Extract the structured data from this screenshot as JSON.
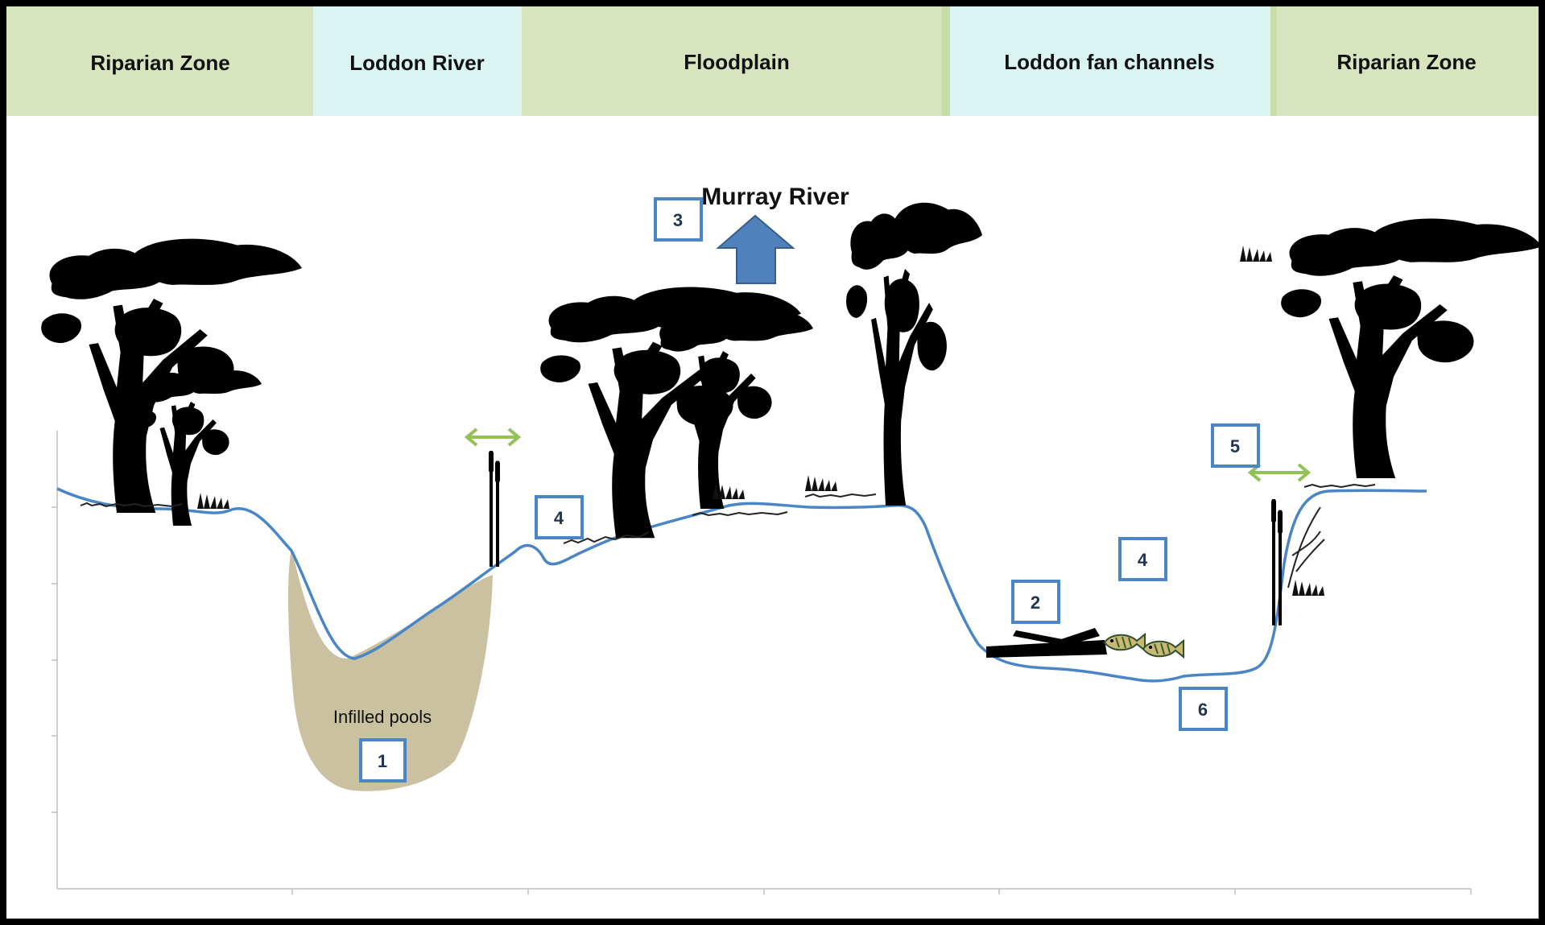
{
  "zones": [
    {
      "label": "Riparian Zone"
    },
    {
      "label": "Loddon River"
    },
    {
      "label": "Floodplain"
    },
    {
      "label": "Loddon fan channels"
    },
    {
      "label": "Riparian Zone"
    }
  ],
  "colors": {
    "zone_green": "#d7e4bd",
    "zone_aqua": "#daf5f1",
    "profile_line": "#4a86c5",
    "infill": "#c9c1a0",
    "arrow_blue": "#4f81bd",
    "arrow_green": "#92c154",
    "marker_border": "#4a86c5",
    "silhouette": "#000000"
  },
  "annotations": {
    "infilled_pools": "Infilled pools",
    "murray_river": "Murray River"
  },
  "markers": [
    {
      "label": "1"
    },
    {
      "label": "2"
    },
    {
      "label": "3"
    },
    {
      "label": "4"
    },
    {
      "label": "4"
    },
    {
      "label": "5"
    },
    {
      "label": "6"
    }
  ],
  "icons": [
    "tree-silhouette-icon",
    "grass-tuft-icon",
    "reed-icon",
    "log-icon",
    "fish-icon",
    "up-arrow-icon",
    "double-arrow-icon"
  ]
}
